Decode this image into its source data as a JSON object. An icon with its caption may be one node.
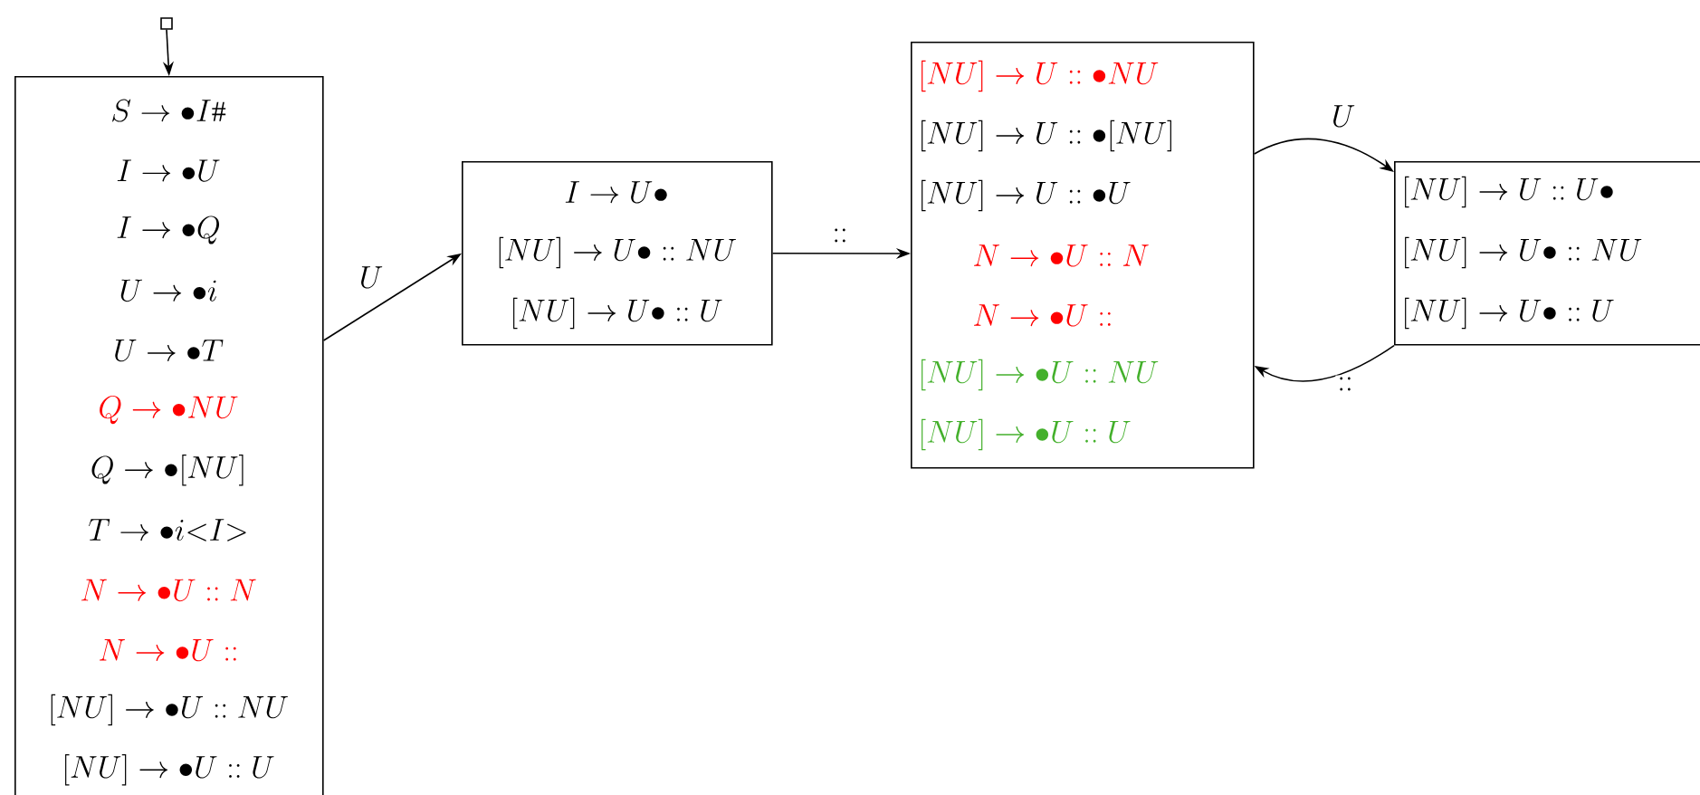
{
  "diagram": {
    "nodes": [
      {
        "text": [],
        "shape": "box"
      },
      {
        "text": [
          "S \\to \\bullet I\\#",
          "I \\to \\bullet U",
          "I \\to \\bullet Q",
          "U \\to \\bullet i",
          "U \\to \\bullet T",
          "Q \\to \\bullet NU",
          "Q \\to \\bullet [NU]",
          "T \\to \\bullet i{<}I{>}",
          "N \\to \\bullet U :: N",
          "N \\to \\bullet U ::",
          "[NU] \\to \\bullet U :: NU",
          "[NU] \\to \\bullet U :: U"
        ]
      },
      {
        "text": [
          "I \\to U \\bullet",
          "[NU] \\to U \\bullet :: NU",
          "[NU] \\to U \\bullet :: U"
        ]
      },
      {
        "text": [
          "[NU] \\to U :: \\bullet NU",
          "[NU] \\to U :: \\bullet [NU]",
          "[NU] \\to U :: \\bullet U",
          "N \\to \\bullet U :: N",
          "N \\to \\bullet U ::",
          "[NU] \\to \\bullet U :: NU",
          "[NU] \\to \\bullet U :: U"
        ]
      },
      {
        "text": [
          "[NU] \\to U :: U \\bullet",
          "[NU] \\to U \\bullet :: NU",
          "[NU] \\to U \\bullet :: U"
        ]
      }
    ],
    "edges": [
      {
        "from": 0,
        "to": 1,
        "arrow": "to"
      },
      {
        "from": 1,
        "to": 2,
        "arrow": "to",
        "label": "U"
      },
      {
        "from": 2,
        "to": 3,
        "arrow": "to",
        "label": "::"
      },
      {
        "from": 3,
        "to": 4,
        "arrow": "to",
        "label": "U"
      },
      {
        "from": 4,
        "to": 3,
        "arrow": "to",
        "label": "::"
      }
    ]
  }
}
